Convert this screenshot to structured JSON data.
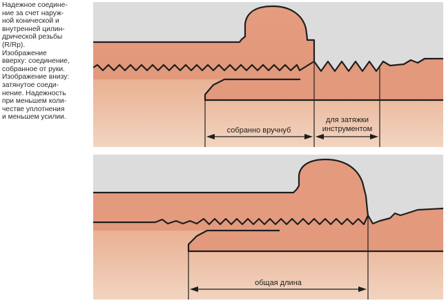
{
  "caption": {
    "lines": [
      "Надежное соедине-",
      "ние за счет наруж-",
      "ной конической и",
      "внутренней цилин-",
      "дрической резьбы",
      "(R/Rp).",
      "Изображение",
      "вверху: соединение,",
      "собранное от руки.",
      "Изображение внизу:",
      "затянутое соеди-",
      "нение. Надежность",
      "при меньшем коли-",
      "честве уплотнения",
      "и меньшем усилии."
    ]
  },
  "top_panel": {
    "hand_tight_label": "собранно вручнуб",
    "tool_label_line1": "для затяжки",
    "tool_label_line2": "инструментом"
  },
  "bottom_panel": {
    "total_length_label": "общая длина"
  },
  "colors": {
    "background": "#dcdcdc",
    "fitting": "#e2997c",
    "pipe_end": "#eabba0",
    "outline": "#1e1e1e"
  }
}
